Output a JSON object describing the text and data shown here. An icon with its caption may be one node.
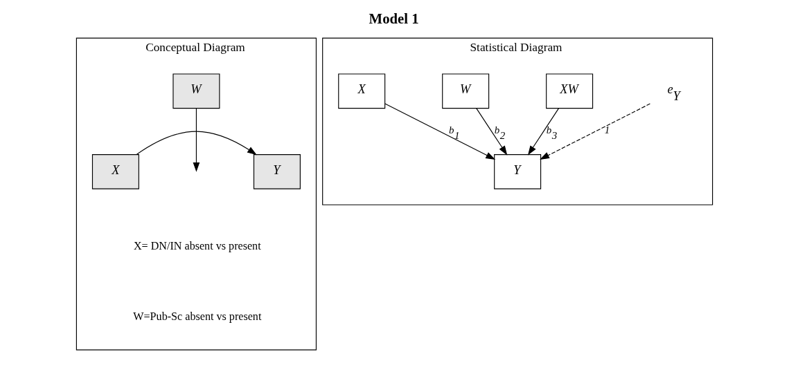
{
  "diagram": {
    "title": "Model 1",
    "nodes": [
      {
        "text": [
          "Conceptual Diagram"
        ]
      },
      {
        "text": [
          "W"
        ],
        "in": 0
      },
      {
        "text": [
          "X"
        ],
        "in": 0
      },
      {
        "text": [
          "Y"
        ],
        "in": 0
      },
      {
        "text": [
          "Statistical Diagram"
        ]
      },
      {
        "text": [
          "X"
        ],
        "in": 4
      },
      {
        "text": [
          "W"
        ],
        "in": 4
      },
      {
        "text": [
          "XW"
        ],
        "in": 4
      },
      {
        "text": [
          "e$_{Y}$"
        ],
        "in": 4
      },
      {
        "text": [
          "Y"
        ],
        "in": 4
      }
    ],
    "edges": [
      {
        "from": 2,
        "to": 3,
        "arrow": "to"
      },
      {
        "from": 1,
        "to": null,
        "arrow": "to"
      },
      {
        "from": 5,
        "to": 9,
        "arrow": "to",
        "label": "b$_{1}$"
      },
      {
        "from": 6,
        "to": 9,
        "arrow": "to",
        "label": "b$_{2}$"
      },
      {
        "from": 7,
        "to": 9,
        "arrow": "to",
        "label": "b$_{3}$"
      },
      {
        "from": 8,
        "to": 9,
        "arrow": "to",
        "label": "1",
        "style": "dashed"
      }
    ],
    "labels": [
      "X= DN/IN absent vs present",
      "W=Pub-Sc absent vs present"
    ]
  }
}
